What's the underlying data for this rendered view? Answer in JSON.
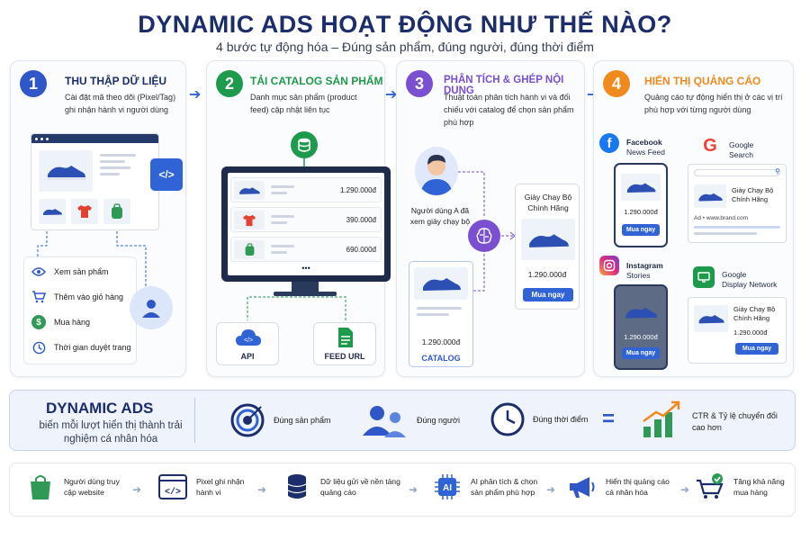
{
  "header": {
    "title": "DYNAMIC ADS HOẠT ĐỘNG NHƯ THẾ NÀO?",
    "subtitle": "4 bước tự động hóa – Đúng sản phẩm, đúng người, đúng thời điểm"
  },
  "colors": {
    "navy": "#1b2d6b",
    "blue": "#2f63d6",
    "green": "#1e9a4c",
    "purple": "#7a4fd0",
    "orange": "#f08a1c"
  },
  "steps": [
    {
      "num": "1",
      "title": "THU THẬP DỮ LIỆU",
      "desc": "Cài đặt mã theo dõi (Pixel/Tag) ghi nhận hành vi người dùng",
      "code_icon": "</>",
      "events": [
        {
          "icon": "eye-icon",
          "label": "Xem sản phẩm"
        },
        {
          "icon": "cart-icon",
          "label": "Thêm vào giỏ hàng"
        },
        {
          "icon": "dollar-icon",
          "label": "Mua hàng"
        },
        {
          "icon": "clock-icon",
          "label": "Thời gian duyệt trang"
        }
      ]
    },
    {
      "num": "2",
      "title": "TẢI CATALOG SẢN PHẨM",
      "desc": "Danh mục sản phẩm (product feed) cập nhật liên tục",
      "products": [
        {
          "item": "shoe",
          "price": "1.290.000đ"
        },
        {
          "item": "shirt",
          "price": "390.000đ"
        },
        {
          "item": "backpack",
          "price": "690.000đ"
        }
      ],
      "more": "•••",
      "feeds": [
        "API",
        "FEED URL"
      ]
    },
    {
      "num": "3",
      "title": "PHÂN TÍCH & GHÉP NỘI DUNG",
      "desc": "Thuật toán phân tích hành vi và đối chiếu với catalog để chọn sản phẩm phù hợp",
      "user_note": "Người dùng A đã xem giày chạy bộ",
      "catalog_price": "1.290.000đ",
      "catalog_label": "CATALOG",
      "rec_title": "Giày Chạy Bộ Chính Hãng",
      "rec_price": "1.290.000đ",
      "rec_button": "Mua ngay"
    },
    {
      "num": "4",
      "title": "HIỂN THỊ QUẢNG CÁO",
      "desc": "Quảng cáo tự động hiển thị ở các vị trí phù hợp với từng người dùng",
      "channels": {
        "facebook": {
          "name": "Facebook",
          "sub": "News Feed",
          "price": "1.290.000đ",
          "button": "Mua ngay"
        },
        "instagram": {
          "name": "Instagram",
          "sub": "Stories",
          "price": "1.290.000đ",
          "button": "Mua ngay"
        },
        "google_search": {
          "name": "Google",
          "sub": "Search",
          "product": "Giày Chạy Bộ Chính Hãng",
          "ad_line": "Ad • www.brand.com"
        },
        "google_display": {
          "name": "Google",
          "sub": "Display Network",
          "product": "Giày Chạy Bộ Chính Hãng",
          "price": "1.290.000đ",
          "button": "Mua ngay"
        }
      }
    }
  ],
  "banner": {
    "title": "DYNAMIC ADS",
    "subtitle": "biến mỗi lượt hiển thị thành trải nghiệm cá nhân hóa",
    "items": [
      {
        "icon": "target-icon",
        "label": "Đúng sản phẩm"
      },
      {
        "icon": "users-icon",
        "label": "Đúng người"
      },
      {
        "icon": "clock-icon",
        "label": "Đúng thời điểm"
      }
    ],
    "equals": "=",
    "result": "CTR & Tỷ lệ chuyển đổi cao hơn"
  },
  "flow": [
    {
      "icon": "shopping-bag-icon",
      "label": "Người dùng truy cập website"
    },
    {
      "icon": "code-window-icon",
      "label": "Pixel ghi nhận hành vi"
    },
    {
      "icon": "database-icon",
      "label": "Dữ liệu gửi về nền tảng quảng cáo"
    },
    {
      "icon": "ai-chip-icon",
      "label": "AI phân tích & chọn sản phẩm phù hợp"
    },
    {
      "icon": "megaphone-icon",
      "label": "Hiển thị quảng cáo cá nhân hóa"
    },
    {
      "icon": "cart-check-icon",
      "label": "Tăng khả năng mua hàng"
    }
  ]
}
